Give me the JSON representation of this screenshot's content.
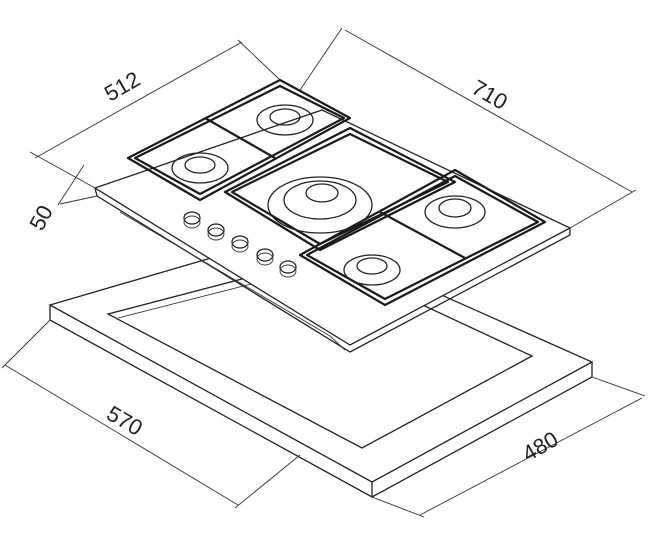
{
  "dimensions": {
    "hob_depth": "512",
    "hob_width": "710",
    "hob_height": "50",
    "cutout_width": "570",
    "cutout_depth": "480"
  },
  "colors": {
    "line": "#222222",
    "background": "#ffffff"
  }
}
